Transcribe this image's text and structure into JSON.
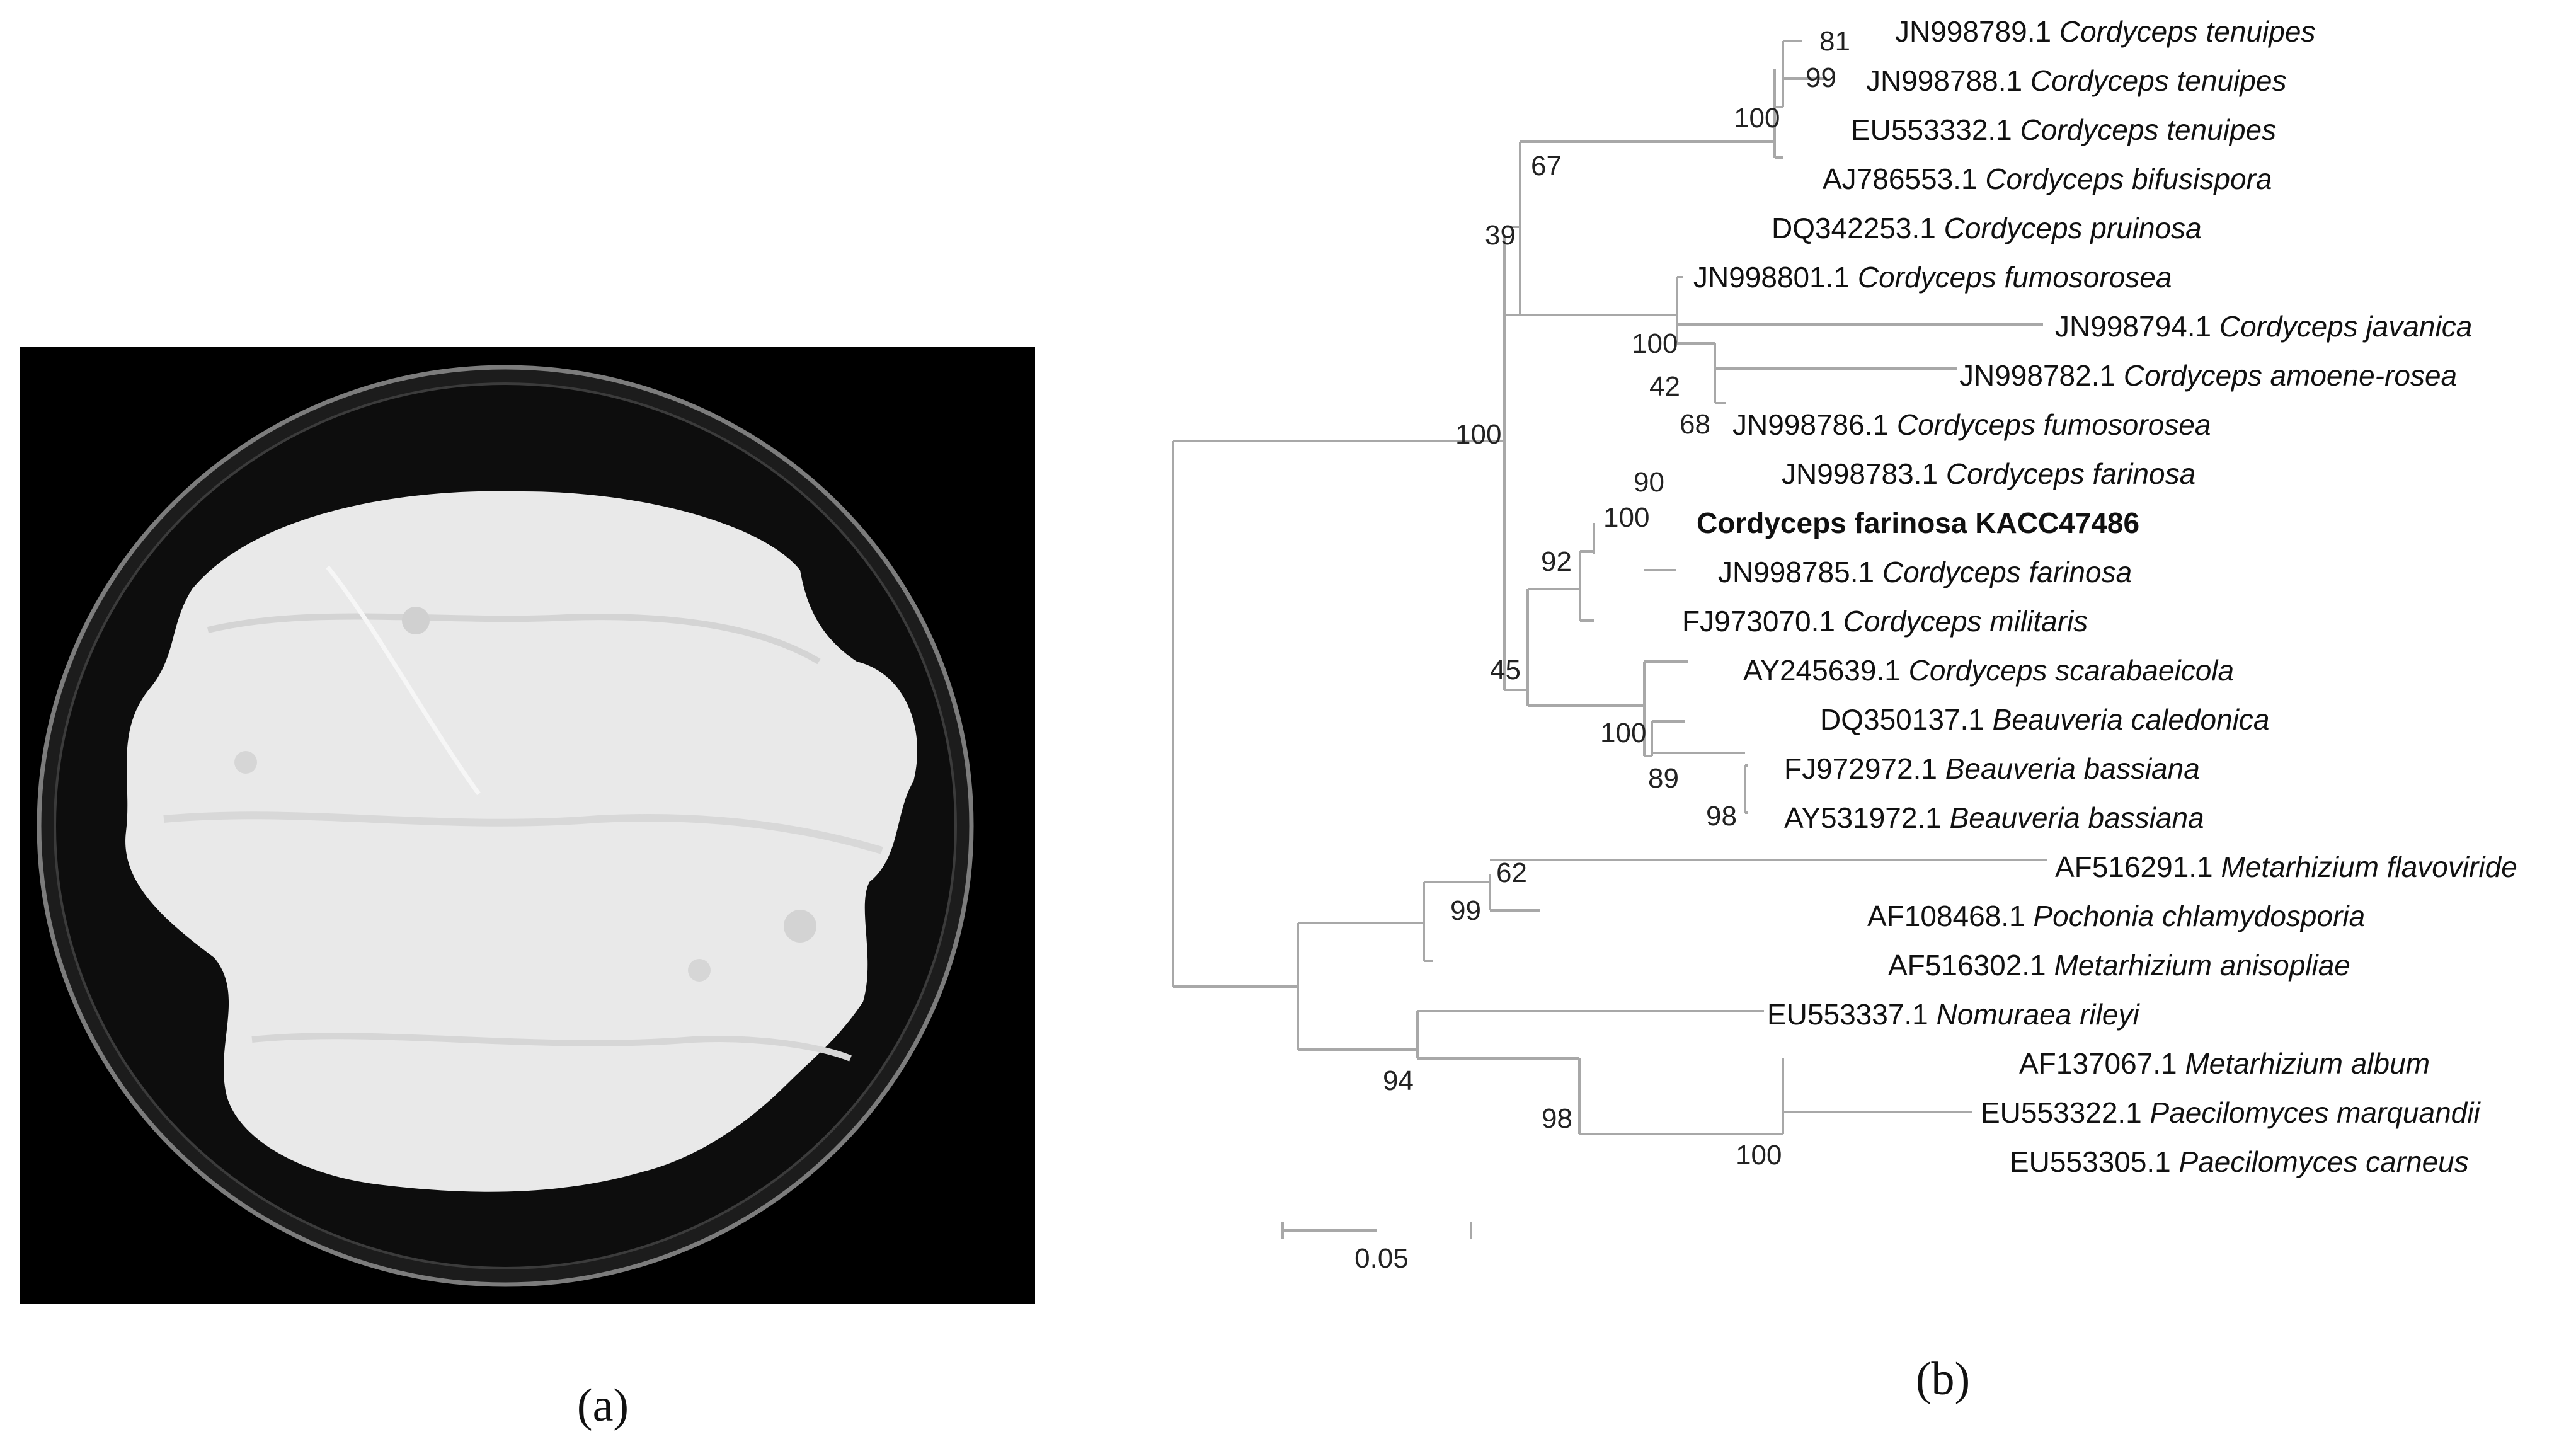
{
  "panels": {
    "a_label": "(a)",
    "b_label": "(b)"
  },
  "photo": {
    "subject": "petri-dish-fungal-colony",
    "background_color": "#000000",
    "colony_color": "#e9e9e9"
  },
  "tree": {
    "taxa": [
      {
        "accession": "JN998789.1",
        "species": "Cordyceps tenuipes"
      },
      {
        "accession": "JN998788.1",
        "species": "Cordyceps tenuipes"
      },
      {
        "accession": "EU553332.1",
        "species": "Cordyceps tenuipes"
      },
      {
        "accession": "AJ786553.1",
        "species": "Cordyceps bifusispora"
      },
      {
        "accession": "DQ342253.1",
        "species": "Cordyceps pruinosa"
      },
      {
        "accession": "JN998801.1",
        "species": "Cordyceps fumosorosea"
      },
      {
        "accession": "JN998794.1",
        "species": "Cordyceps javanica"
      },
      {
        "accession": "JN998782.1",
        "species": "Cordyceps amoene-rosea"
      },
      {
        "accession": "JN998786.1",
        "species": "Cordyceps fumosorosea"
      },
      {
        "accession": "JN998783.1",
        "species": "Cordyceps farinosa"
      },
      {
        "full": "Cordyceps farinosa KACC47486"
      },
      {
        "accession": "JN998785.1",
        "species": "Cordyceps farinosa"
      },
      {
        "accession": "FJ973070.1",
        "species": "Cordyceps militaris"
      },
      {
        "accession": "AY245639.1",
        "species": "Cordyceps scarabaeicola"
      },
      {
        "accession": "DQ350137.1",
        "species": "Beauveria caledonica"
      },
      {
        "accession": "FJ972972.1",
        "species": "Beauveria bassiana"
      },
      {
        "accession": "AY531972.1",
        "species": "Beauveria bassiana"
      },
      {
        "accession": "AF516291.1",
        "species": "Metarhizium flavoviride"
      },
      {
        "accession": "AF108468.1",
        "species": "Pochonia chlamydosporia"
      },
      {
        "accession": "AF516302.1",
        "species": "Metarhizium anisopliae"
      },
      {
        "accession": "EU553337.1",
        "species": "Nomuraea rileyi"
      },
      {
        "accession": "AF137067.1",
        "species": "Metarhizium album"
      },
      {
        "accession": "EU553322.1",
        "species": "Paecilomyces marquandii"
      },
      {
        "accession": "EU553305.1",
        "species": "Paecilomyces carneus"
      }
    ],
    "bootstrap": [
      "81",
      "99",
      "100",
      "67",
      "39",
      "100",
      "42",
      "68",
      "100",
      "90",
      "100",
      "92",
      "45",
      "100",
      "89",
      "98",
      "62",
      "99",
      "94",
      "98",
      "100"
    ],
    "scale_bar_label": "0.05"
  }
}
